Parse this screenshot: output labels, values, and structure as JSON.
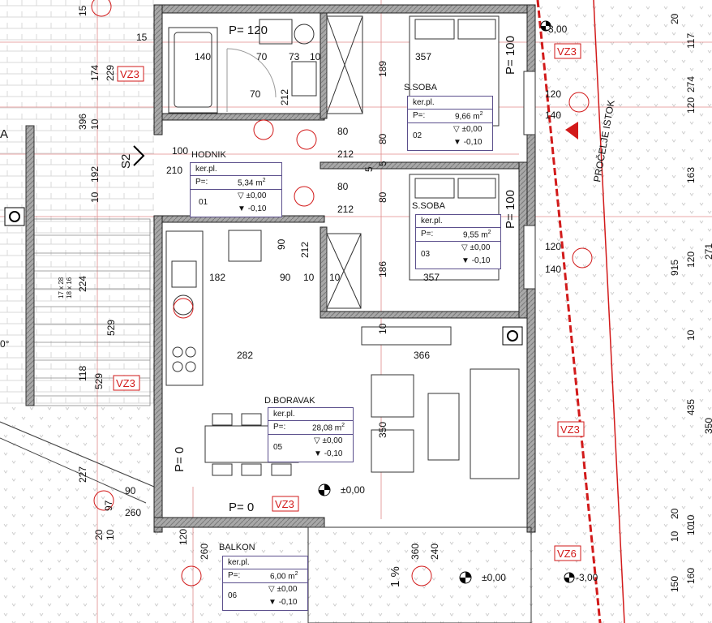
{
  "rooms": [
    {
      "id": "hodnik",
      "name": "HODNIK",
      "floor": "ker.pl.",
      "area_label": "P=:",
      "area": "5,34 m",
      "area_sup": "2",
      "level_finish": "±0,00",
      "level_raw": "-0,10",
      "number": "01"
    },
    {
      "id": "soba1",
      "name": "S.SOBA",
      "floor": "ker.pl.",
      "area_label": "P=:",
      "area": "9,66 m",
      "area_sup": "2",
      "level_finish": "±0,00",
      "level_raw": "-0,10",
      "number": "02"
    },
    {
      "id": "soba2",
      "name": "S.SOBA",
      "floor": "ker.pl.",
      "area_label": "P=:",
      "area": "9,55 m",
      "area_sup": "2",
      "level_finish": "±0,00",
      "level_raw": "-0,10",
      "number": "03"
    },
    {
      "id": "boravak",
      "name": "D.BORAVAK",
      "floor": "ker.pl.",
      "area_label": "P=:",
      "area": "28,08 m",
      "area_sup": "2",
      "level_finish": "±0,00",
      "level_raw": "-0,10",
      "number": "05"
    },
    {
      "id": "balkon",
      "name": "BALKON",
      "floor": "ker.pl.",
      "area_label": "P=:",
      "area": "6,00 m",
      "area_sup": "2",
      "level_finish": "±0,00",
      "level_raw": "-0,10",
      "number": "06"
    }
  ],
  "labels": {
    "p120": "P= 120",
    "p100a": "P= 100",
    "p100b": "P= 100",
    "p0a": "P= 0",
    "p0b": "P= 0",
    "facade": "PROČELJE ISTOK",
    "section": "S2",
    "slope": "1 %",
    "lvl_pos": "±0,00",
    "lvl_bal": "±0,00",
    "lvl_m3a": "-3,00",
    "lvl_m3b": "-3,00",
    "letterA": "A",
    "deg": "0°"
  },
  "zones": {
    "vz3": "VZ3",
    "vz6": "VZ6"
  },
  "dims": {
    "d15": "15",
    "d140": "140",
    "d70": "70",
    "d73": "73",
    "d10": "10",
    "d357": "357",
    "d189": "189",
    "d70v": "70",
    "d212": "212",
    "d174": "174",
    "d229": "229",
    "d396": "396",
    "d10b": "10",
    "d192": "192",
    "d10c": "10",
    "d100": "100",
    "d210": "210",
    "d80a": "80",
    "d212a": "212",
    "d80b": "80",
    "d80c": "80",
    "d212b": "212",
    "d80d": "80",
    "d5": "5",
    "d5b": "5",
    "d120a": "120",
    "d140a": "140",
    "d120b": "120",
    "d140b": "140",
    "d90": "90",
    "d212c": "212",
    "d182": "182",
    "d90b": "90",
    "d10d": "10",
    "d10e": "10",
    "d186": "186",
    "d357b": "357",
    "d10f": "10",
    "d366": "366",
    "d282": "282",
    "d350": "350",
    "d224": "224",
    "d529": "529",
    "d118": "118",
    "d529b": "529",
    "d227": "227",
    "d90c": "90",
    "d97": "97",
    "d260": "260",
    "d120c": "120",
    "d260b": "260",
    "d20": "20",
    "d10g": "10",
    "d360": "360",
    "d240": "240",
    "r20": "20",
    "r117": "117",
    "r274": "274",
    "r120": "120",
    "r163": "163",
    "r915": "915",
    "r120b": "120",
    "r271": "271",
    "r10": "10",
    "r435": "435",
    "r350": "350",
    "r20b": "20",
    "r10b": "10",
    "r150": "150",
    "r160": "160",
    "r10c": "10",
    "r10d": "10",
    "st1": "17 x 28",
    "st2": "18 x 16"
  },
  "colors": {
    "wall": "#3a3a3a",
    "red": "#d21a1a",
    "tag": "#5b4f8c",
    "grid": "#bdbdbd"
  }
}
